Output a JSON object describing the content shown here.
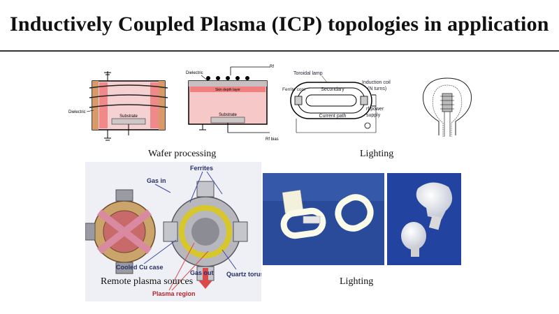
{
  "title": "Inductively Coupled Plasma (ICP) topologies in application",
  "captions": {
    "wafer": "Wafer processing",
    "lighting_top": "Lighting",
    "remote": "Remote plasma sources",
    "lighting_bottom": "Lighting"
  },
  "wafer_left": {
    "dielectric": "Dielectric",
    "substrate": "Substrate"
  },
  "wafer_right": {
    "dielectric": "Dielectric",
    "rf": "Rf",
    "skin": "Skin depth layer",
    "substrate": "Substrate",
    "rf_bias": "Rf bias"
  },
  "toroid": {
    "lamp": "Toroidal lamp",
    "ferrite": "Ferrite core",
    "secondary": "Secondary",
    "current": "Current path",
    "coil_1": "Induction coil",
    "coil_2": "(N turns)",
    "supply_1": "rf power",
    "supply_2": "supply"
  },
  "remote": {
    "ferrites": "Ferrites",
    "gas_in": "Gas in",
    "cu_case": "Cooled Cu case",
    "gas_out": "Gas out",
    "torus": "Quartz torus",
    "plasma": "Plasma region"
  }
}
